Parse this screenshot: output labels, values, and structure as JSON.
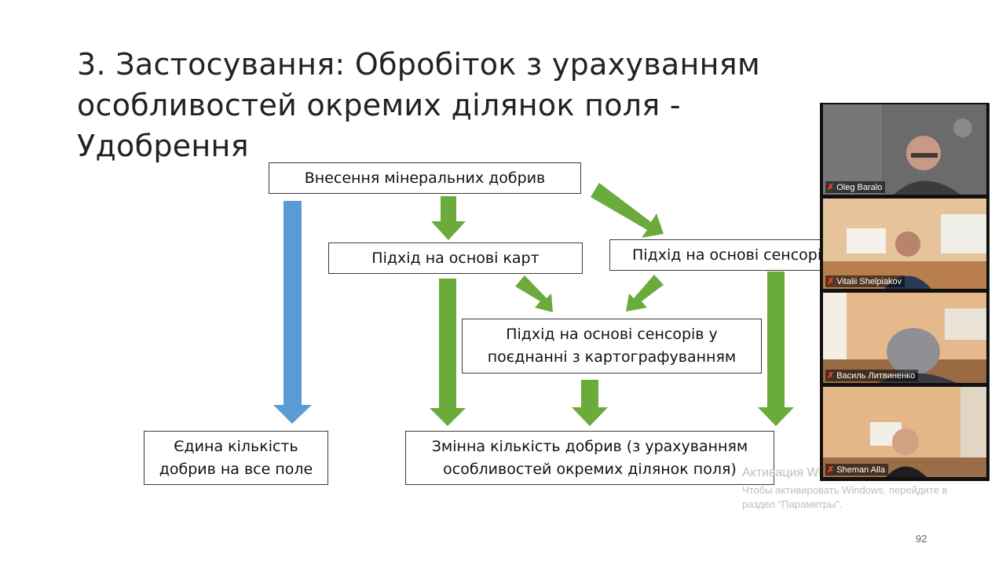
{
  "slide": {
    "title_line1": "3. Застосування: Обробіток з урахуванням",
    "title_line2": "особливостей окремих ділянок поля - Удобрення",
    "page_number": "92"
  },
  "diagram": {
    "box_fertilizer": "Внесення мінеральних добрив",
    "box_maps": "Підхід на основі карт",
    "box_sensors": "Підхід на основі сенсорів",
    "box_combined_line1": "Підхід на основі сенсорів у",
    "box_combined_line2": "поєднанні з картографуванням",
    "box_uniform_line1": "Єдина кількість",
    "box_uniform_line2": "добрив на все поле",
    "box_variable_line1": "Змінна кількість добрив (з урахуванням",
    "box_variable_line2": "особливостей окремих ділянок поля)",
    "colors": {
      "green_arrow": "#6aab3c",
      "blue_arrow": "#5b9bd5"
    }
  },
  "watermark": {
    "title": "Активация Windows",
    "text": "Чтобы активировать Windows, перейдите в раздел \"Параметры\"."
  },
  "participants": [
    {
      "name": "Oleg Baralo",
      "muted": true
    },
    {
      "name": "Vitalii Shelpiakov",
      "muted": true
    },
    {
      "name": "Василь Литвиненко",
      "muted": true
    },
    {
      "name": "Sheman Alla",
      "muted": true
    }
  ],
  "icons": {
    "mic_muted": "microphone-muted-icon"
  }
}
